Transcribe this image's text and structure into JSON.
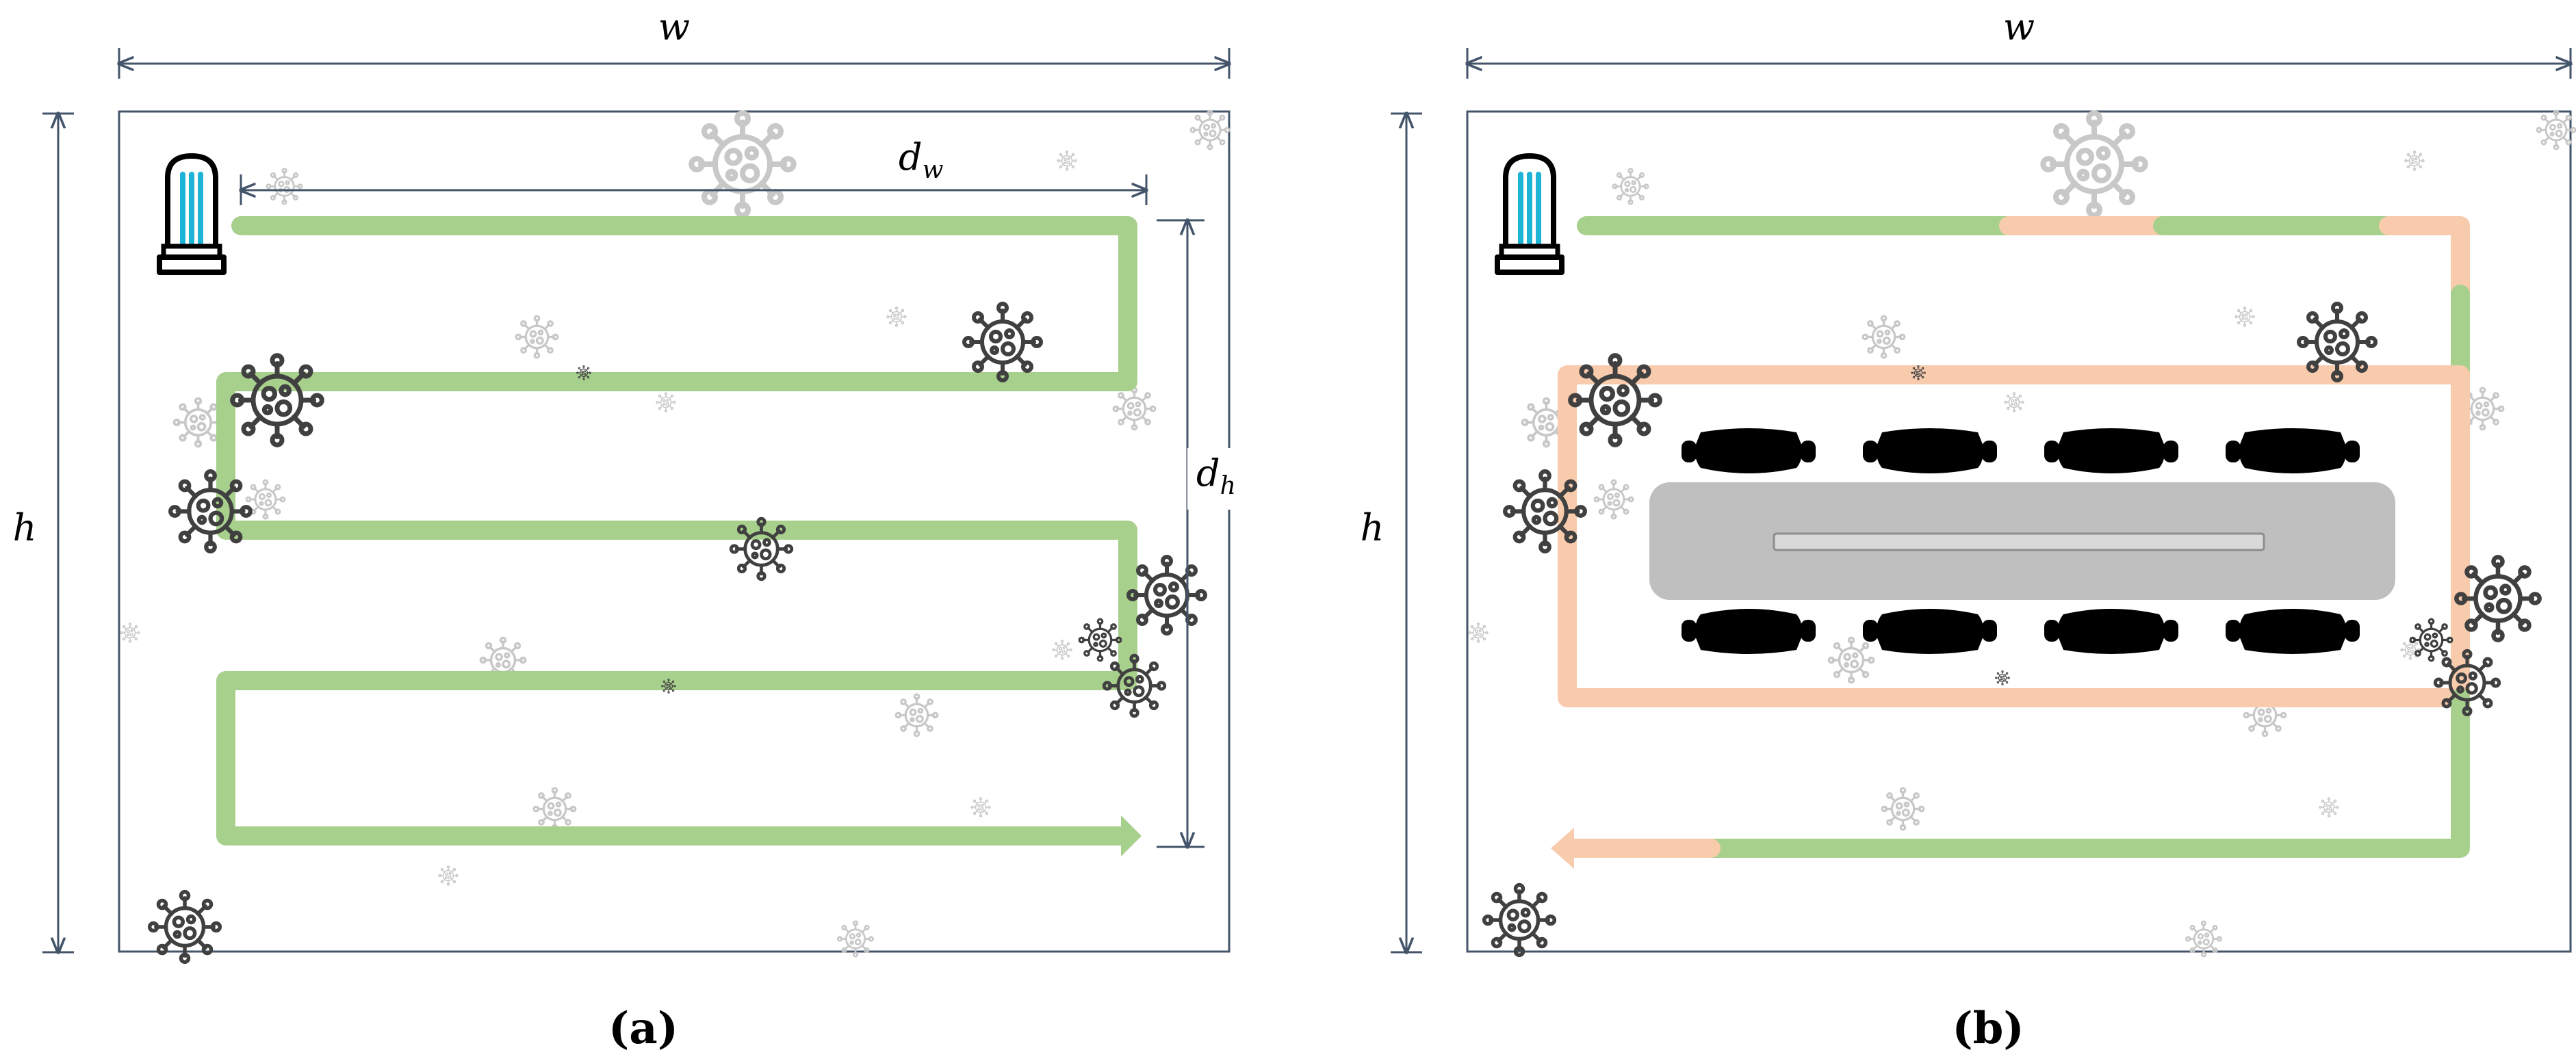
{
  "panels": [
    {
      "id": "a",
      "caption": "(a)",
      "width_label": "w",
      "height_label": "h",
      "dim_w_label": "d",
      "dim_w_sub": "w",
      "dim_h_label": "d",
      "dim_h_sub": "h"
    },
    {
      "id": "b",
      "caption": "(b)",
      "width_label": "w",
      "height_label": "h"
    }
  ],
  "colors": {
    "path_covered": "#a8d08d",
    "path_shadowed": "#f8cbad",
    "border": "#44546a",
    "virus_dark": "#404040",
    "virus_light": "#c8c8c8",
    "uv_tube": "#1eb4d6",
    "table": "#bfbfbf",
    "chair": "#000000"
  },
  "icons": [
    "uv-lamp-icon",
    "virus-icon",
    "chair-icon",
    "table-icon",
    "arrow-head-icon"
  ]
}
